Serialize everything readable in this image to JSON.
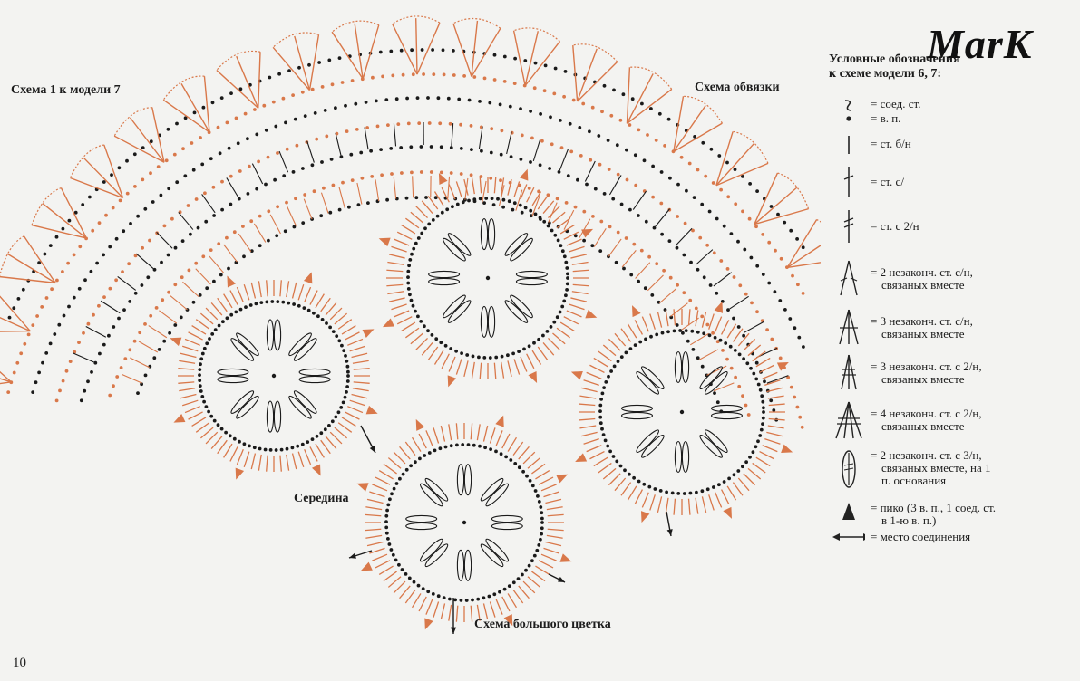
{
  "labels": {
    "scheme1": "Схема 1 к модели 7",
    "edging": "Схема обвязки",
    "center": "Серединa",
    "big_flower": "Схема большого цветка",
    "page_number": "10",
    "watermark": "MarK"
  },
  "legend": {
    "title_line1": "Условные обозначения",
    "title_line2": "к схеме модели 6, 7:",
    "items": [
      {
        "icon": "slip-stitch-icon",
        "text": "= соед. ст."
      },
      {
        "icon": "chain-icon",
        "text": "= в. п."
      },
      {
        "icon": "single-crochet-icon",
        "text": "= ст. б/н"
      },
      {
        "icon": "double-crochet-icon",
        "text": "= ст. с/"
      },
      {
        "icon": "treble-crochet-icon",
        "text": "= ст. с 2/н"
      },
      {
        "icon": "dc2tog-icon",
        "text": "= 2 незаконч. ст. с/н,",
        "text2": "связаных вместе"
      },
      {
        "icon": "dc3tog-icon",
        "text": "= 3 незаконч. ст. с/н,",
        "text2": "связаных вместе"
      },
      {
        "icon": "tr3tog-icon",
        "text": "= 3 незаконч. ст. с 2/н,",
        "text2": "связаных вместе"
      },
      {
        "icon": "tr4tog-icon",
        "text": "= 4 незаконч. ст. с 2/н,",
        "text2": "связаных вместе"
      },
      {
        "icon": "cluster-icon",
        "text": "= 2 незаконч. ст. с 3/н,",
        "text2": "связаных вместе, на 1",
        "text3": "п. основания"
      },
      {
        "icon": "picot-icon",
        "text": "= пико (3 в. п., 1 соед. ст.",
        "text2": "в 1-ю в. п.)"
      },
      {
        "icon": "join-arrow-icon",
        "text": "= место соединения"
      }
    ]
  },
  "colors": {
    "orange": "#d9784a",
    "black": "#1a1a1a",
    "paper": "#f3f3f1"
  },
  "chart_data": {
    "type": "diagram",
    "flowers": 4
  }
}
